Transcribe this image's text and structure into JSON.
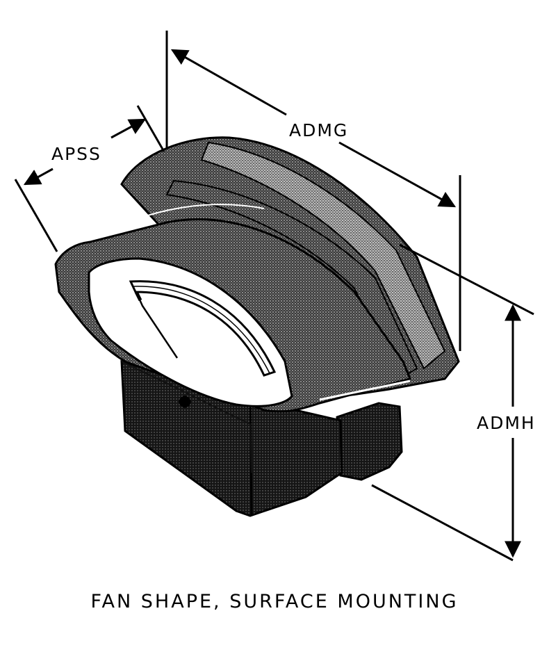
{
  "diagram": {
    "dimensions": {
      "width_label": "APSS",
      "length_label": "ADMG",
      "height_label": "ADMH"
    },
    "caption": "FAN SHAPE, SURFACE MOUNTING"
  }
}
